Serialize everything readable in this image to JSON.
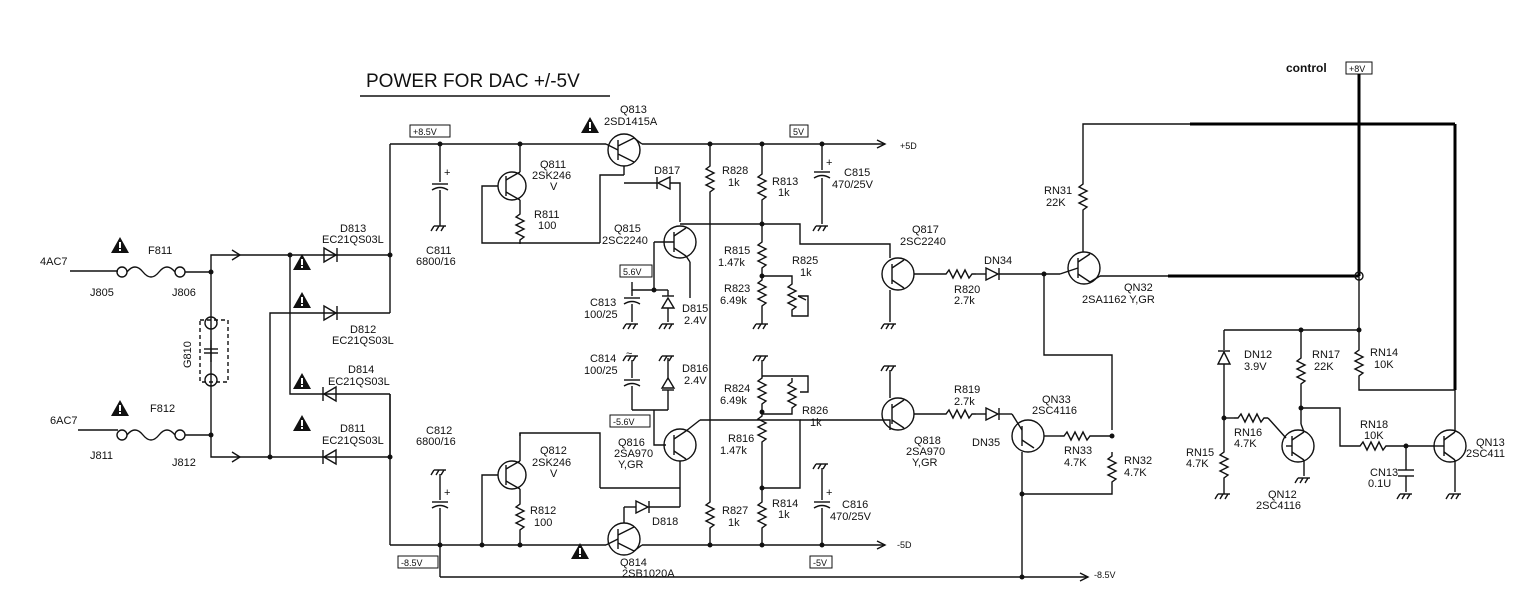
{
  "title": "POWER FOR DAC +/-5V",
  "control": {
    "label": "control",
    "voltage": "+8V"
  },
  "rails": {
    "p85": "+8.5V",
    "m85": "-8.5V",
    "p5": "5V",
    "m5": "-5V",
    "p56": "5.6V",
    "m56": "-5.6V",
    "out_p5d": "+5D",
    "out_m5d": "-5D",
    "out_m85": "-8.5V"
  },
  "inputs": {
    "ac_top": "4AC7",
    "ac_bot": "6AC7"
  },
  "connectors": {
    "j805": "J805",
    "j806": "J806",
    "j811": "J811",
    "j812": "J812"
  },
  "fuses": {
    "f811": "F811",
    "f812": "F812"
  },
  "g810": "G810",
  "diodes": {
    "d813": [
      "D813",
      "EC21QS03L"
    ],
    "d812": [
      "D812",
      "EC21QS03L"
    ],
    "d814": [
      "D814",
      "EC21QS03L"
    ],
    "d811": [
      "D811",
      "EC21QS03L"
    ],
    "d817": "D817",
    "d818": "D818",
    "d815": [
      "D815",
      "2.4V"
    ],
    "d816": [
      "D816",
      "2.4V"
    ],
    "dn34": "DN34",
    "dn35": "DN35",
    "dn12": [
      "DN12",
      "3.9V"
    ]
  },
  "caps": {
    "c811": [
      "C811",
      "6800/16"
    ],
    "c812": [
      "C812",
      "6800/16"
    ],
    "c813": [
      "C813",
      "100/25"
    ],
    "c814": [
      "C814",
      "100/25"
    ],
    "c815": [
      "C815",
      "470/25V"
    ],
    "c816": [
      "C816",
      "470/25V"
    ],
    "cn13": [
      "CN13",
      "0.1U"
    ]
  },
  "transistors": {
    "q813": [
      "Q813",
      "2SD1415A"
    ],
    "q811": [
      "Q811",
      "2SK246",
      "V"
    ],
    "q815": [
      "Q815",
      "2SC2240"
    ],
    "q817": [
      "Q817",
      "2SC2240"
    ],
    "q812": [
      "Q812",
      "2SK246",
      "V"
    ],
    "q816": [
      "Q816",
      "2SA970",
      "Y,GR"
    ],
    "q814": [
      "Q814",
      "2SB1020A"
    ],
    "q818": [
      "Q818",
      "2SA970",
      "Y,GR"
    ],
    "qn32": [
      "QN32",
      "2SA1162  Y,GR"
    ],
    "qn33": [
      "QN33",
      "2SC4116"
    ],
    "qn12": [
      "QN12",
      "2SC4116"
    ],
    "qn13": [
      "QN13",
      "2SC411"
    ]
  },
  "resistors": {
    "r811": [
      "R811",
      "100"
    ],
    "r812": [
      "R812",
      "100"
    ],
    "r828": [
      "R828",
      "1k"
    ],
    "r813": [
      "R813",
      "1k"
    ],
    "r815": [
      "R815",
      "1.47k"
    ],
    "r823": [
      "R823",
      "6.49k"
    ],
    "r825": [
      "R825",
      "1k"
    ],
    "r824": [
      "R824",
      "6.49k"
    ],
    "r826": [
      "R826",
      "1k"
    ],
    "r816": [
      "R816",
      "1.47k"
    ],
    "r827": [
      "R827",
      "1k"
    ],
    "r814": [
      "R814",
      "1k"
    ],
    "r820": [
      "R820",
      "2.7k"
    ],
    "r819": [
      "R819",
      "2.7k"
    ],
    "rn31": [
      "RN31",
      "22K"
    ],
    "rn32": [
      "RN32",
      "4.7K"
    ],
    "rn33": [
      "RN33",
      "4.7K"
    ],
    "rn14": [
      "RN14",
      "10K"
    ],
    "rn15": [
      "RN15",
      "4.7K"
    ],
    "rn16": [
      "RN16",
      "4.7K"
    ],
    "rn17": [
      "RN17",
      "22K"
    ],
    "rn18": [
      "RN18",
      "10K"
    ]
  }
}
